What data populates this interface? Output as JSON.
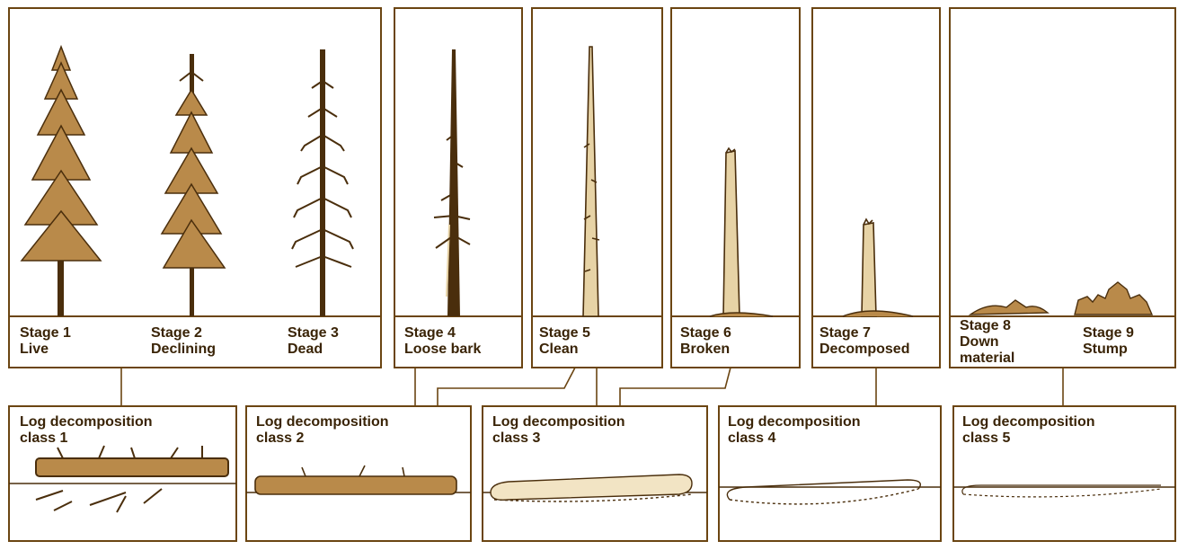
{
  "colors": {
    "ink": "#3a2407",
    "frame": "#6b4512",
    "foliage": "#b98a4a",
    "wood": "#4a2e0c",
    "pale_wood": "#e7d3a6"
  },
  "snag_stages": [
    {
      "stage": "Stage 1",
      "name": "Live"
    },
    {
      "stage": "Stage 2",
      "name": "Declining"
    },
    {
      "stage": "Stage 3",
      "name": "Dead"
    },
    {
      "stage": "Stage 4",
      "name": "Loose bark"
    },
    {
      "stage": "Stage 5",
      "name": "Clean"
    },
    {
      "stage": "Stage 6",
      "name": "Broken"
    },
    {
      "stage": "Stage 7",
      "name": "Decomposed"
    },
    {
      "stage": "Stage 8",
      "name": "Down",
      "name2": "material"
    },
    {
      "stage": "Stage 9",
      "name": "Stump"
    }
  ],
  "log_classes": [
    {
      "line1": "Log decomposition",
      "line2": "class 1"
    },
    {
      "line1": "Log decomposition",
      "line2": "class 2"
    },
    {
      "line1": "Log decomposition",
      "line2": "class 3"
    },
    {
      "line1": "Log decomposition",
      "line2": "class 4"
    },
    {
      "line1": "Log decomposition",
      "line2": "class 5"
    }
  ]
}
